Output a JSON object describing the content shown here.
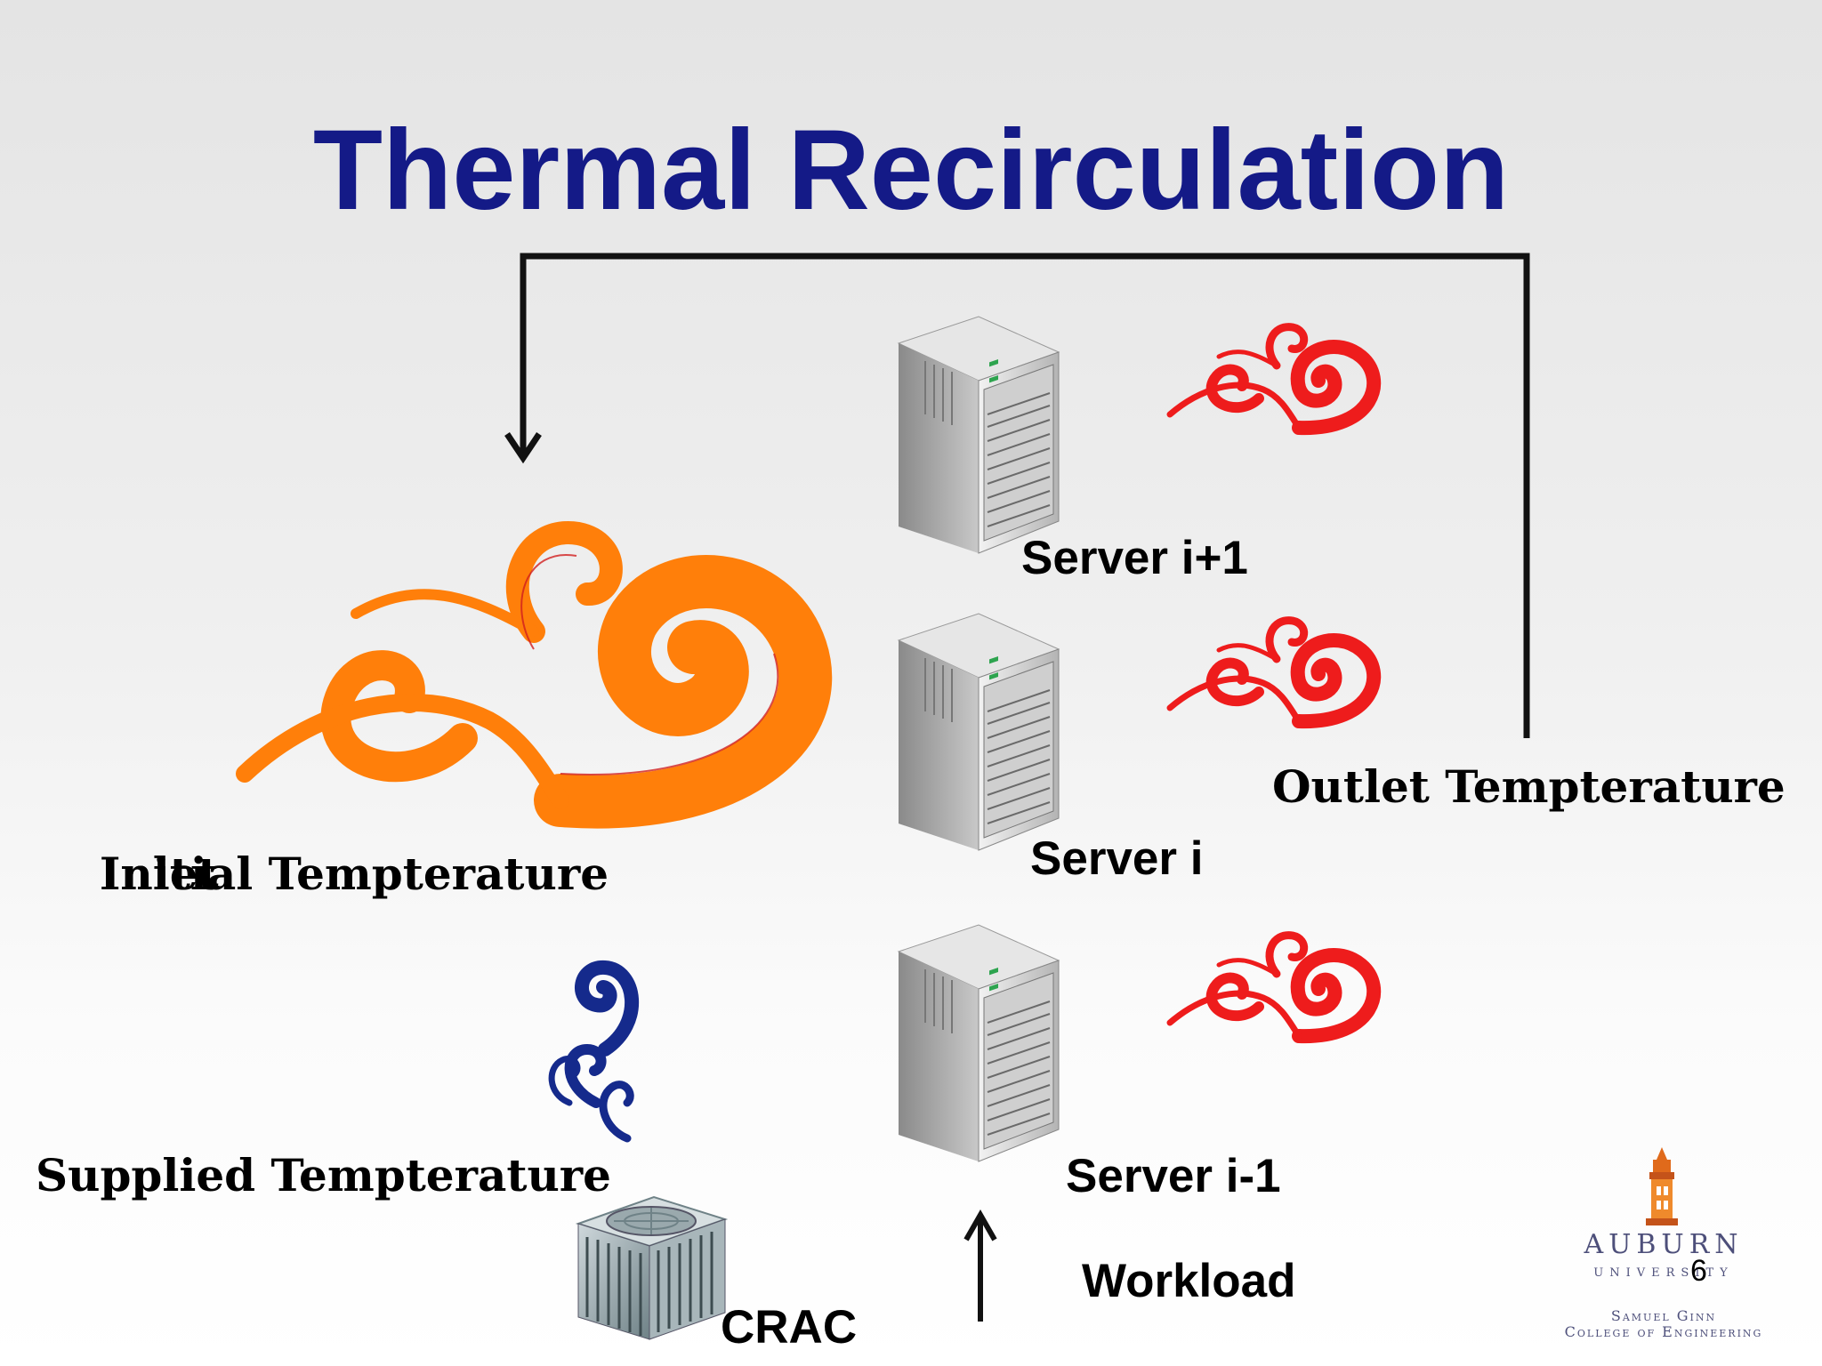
{
  "title": "Thermal Recirculation",
  "labels": {
    "server_top": "Server i+1",
    "server_mid": "Server i",
    "server_bottom": "Server i-1",
    "outlet": "Outlet Tempterature",
    "inlet": "Initial Tempterature",
    "inlet_overlay": "Inlet",
    "supplied": "Supplied Tempterature",
    "crac": "CRAC",
    "workload": "Workload",
    "slide_number": "6"
  },
  "logo": {
    "name": "AUBURN",
    "sub": "UNIVERSITY",
    "college_1": "Samuel Ginn",
    "college_2": "College of Engineering"
  },
  "colors": {
    "title": "#141a87",
    "hot_swirl": "#ee1c1c",
    "warm_swirl": "#ff7f0a",
    "cool_swirl": "#152a8c",
    "logo": "#6a4a7a"
  }
}
